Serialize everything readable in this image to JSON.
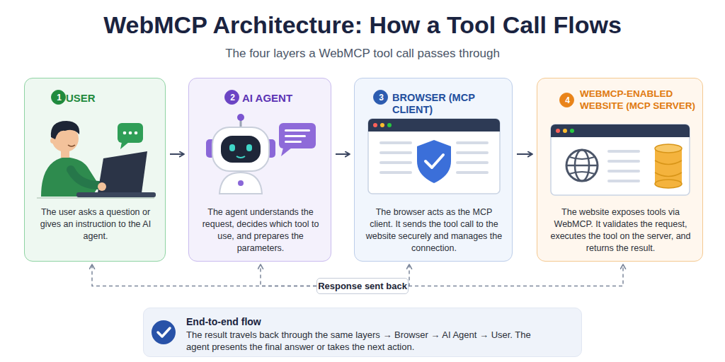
{
  "diagram": {
    "title": "WebMCP Architecture: How a Tool Call Flows",
    "nodes": [
      {
        "text": [
          "USER",
          "The user asks a question or gives an instruction to the AI agent."
        ]
      },
      {
        "text": [
          "1"
        ],
        "in": 0
      },
      {
        "text": [
          "AI AGENT",
          "The agent understands the request, decides which tool to use, and prepares the parameters."
        ]
      },
      {
        "text": [
          "2"
        ],
        "in": 2
      },
      {
        "text": [
          "BROWSER (MCP CLIENT)",
          "The browser acts as the MCP client. It sends the tool call to the website securely and manages the connection."
        ]
      },
      {
        "text": [
          "3"
        ],
        "in": 4
      },
      {
        "text": [
          "WEBMCP-ENABLED WEBSITE (MCP SERVER)",
          "The website exposes tools via WebMCP. It validates the request, executes the tool on the server, and returns the result."
        ]
      },
      {
        "text": [
          "4"
        ],
        "in": 6
      },
      {
        "text": [
          "Response sent back"
        ]
      },
      {
        "text": [
          "End-to-end flow",
          "The result travels back through the same layers → Browser → AI Agent → User. The agent presents the final answer or takes the next action."
        ]
      }
    ],
    "edges": [
      {
        "from": 0,
        "to": 2,
        "arrow": "to"
      },
      {
        "from": 2,
        "to": 4,
        "arrow": "to"
      },
      {
        "from": 4,
        "to": 6,
        "arrow": "to"
      },
      {
        "from": 8,
        "to": 0,
        "arrow": "to"
      },
      {
        "from": 8,
        "to": 2,
        "arrow": "to"
      },
      {
        "from": 8,
        "to": 4,
        "arrow": "to"
      },
      {
        "from": 8,
        "to": 6,
        "arrow": "to"
      }
    ],
    "labels": [
      "The four layers a WebMCP tool call passes through"
    ]
  }
}
